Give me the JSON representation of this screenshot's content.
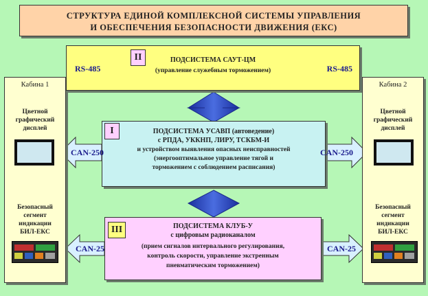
{
  "title": {
    "line1": "СТРУКТУРА ЕДИНОЙ КОМПЛЕКСНОЙ СИСТЕМЫ УПРАВЛЕНИЯ",
    "line2": "И ОБЕСПЕЧЕНИЯ БЕЗОПАСНОСТИ ДВИЖЕНИЯ (ЕКС)"
  },
  "cabins": {
    "left": {
      "title": "Кабина 1",
      "display_line1": "Цветной",
      "display_line2": "графический",
      "display_line3": "дисплей",
      "seg_line1": "Безопасный",
      "seg_line2": "сегмент",
      "seg_line3": "индикации",
      "seg_line4": "БИЛ-ЕКС"
    },
    "right": {
      "title": "Кабина 2",
      "display_line1": "Цветной",
      "display_line2": "графический",
      "display_line3": "дисплей",
      "seg_line1": "Безопасный",
      "seg_line2": "сегмент",
      "seg_line3": "индикации",
      "seg_line4": "БИЛ-ЕКС"
    }
  },
  "subsystems": [
    {
      "numeral": "II",
      "line1": "ПОДСИСТЕМА САУТ-ЦМ",
      "line2": "(управление служебным торможением)",
      "bus_left": "RS-485",
      "bus_right": "RS-485",
      "color": "#ffff80"
    },
    {
      "numeral": "I",
      "line1": "ПОДСИСТЕМА  УСАВП (автоведение)",
      "line2": "с РПДА, УККНП, ЛИРУ, ТСКБМ-И",
      "line3": "и устройством выявления опасных неисправностей",
      "line4": "(энергооптимальное управление тягой и",
      "line5": "торможением с соблюдением расписания)",
      "bus_left": "CAN-250",
      "bus_right": "CAN-250",
      "color": "#c8f2f2"
    },
    {
      "numeral": "III",
      "line1": "ПОДСИСТЕМА КЛУБ-У",
      "line2": "с цифровым радиоканалом",
      "line3": "(прием сигналов интервального регулирования,",
      "line4": "контроль скорости, управление экстренным",
      "line5": "пневматическим торможением)",
      "bus_left": "CAN-25",
      "bus_right": "CAN-25",
      "color": "#ffd0ff"
    }
  ],
  "colors": {
    "background": "#b6f7b6",
    "title_fill": "#ffd3a8",
    "arrow_blue": "#3355cc",
    "cabin_fill": "#ffffd0",
    "bus_arrow_fill": "#d8f0ff"
  }
}
